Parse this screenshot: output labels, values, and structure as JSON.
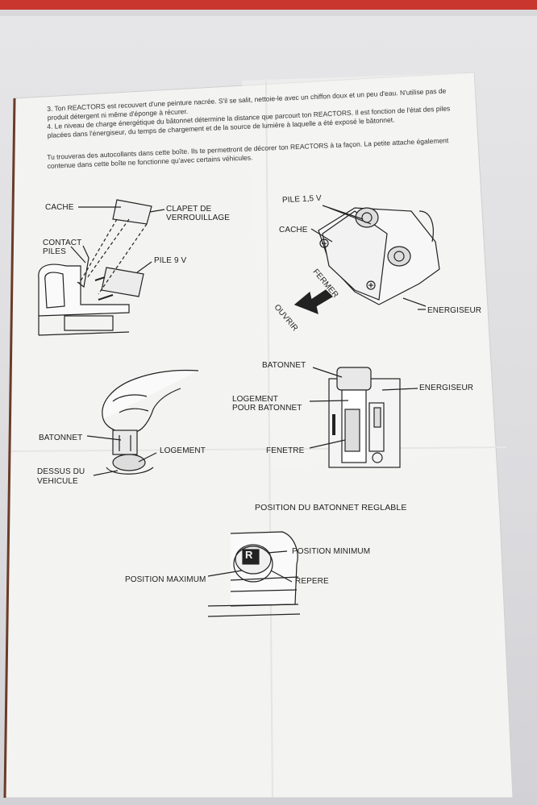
{
  "header_text": "",
  "instructions": {
    "item3": "3.  Ton REACTORS est recouvert d'une peinture nacrée. S'il se salit, nettoie-le avec un chiffon doux et un peu d'eau. N'utilise pas de produit détergent ni même d'éponge à récurer.",
    "item4": "4.  Le niveau de charge énergétique du bâtonnet détermine la distance que parcourt ton REACTORS. Il est fonction de l'état des piles placées dans l'énergiseur, du temps de chargement et de la source de lumière à laquelle a été exposé le bâtonnet.",
    "stickers": "Tu trouveras des autocollants dans cette boîte. Ils te permettront de décorer ton REACTORS à ta façon. La petite attache également contenue dans cette boîte ne fonctionne qu'avec certains véhicules."
  },
  "labels": {
    "cache_left": "CACHE",
    "clapet": "CLAPET DE",
    "verrouillage": "VERROUILLAGE",
    "contact": "CONTACT",
    "piles": "PILES",
    "pile9v": "PILE 9 V",
    "pile15v": "PILE 1,5 V",
    "cache_right": "CACHE",
    "fermer": "FERMER",
    "ouvrir": "OUVRIR",
    "energiseur1": "ENERGISEUR",
    "batonnet_top": "BATONNET",
    "logement_pour1": "LOGEMENT",
    "logement_pour2": "POUR BATONNET",
    "energiseur2": "ENERGISEUR",
    "fenetre": "FENETRE",
    "batonnet_left": "BATONNET",
    "logement": "LOGEMENT",
    "dessus1": "DESSUS DU",
    "dessus2": "VEHICULE",
    "position_title": "POSITION DU BATONNET REGLABLE",
    "position_min": "POSITION  MINIMUM",
    "position_max": "POSITION  MAXIMUM",
    "repere": "REPERE",
    "knob_letter": "R"
  }
}
